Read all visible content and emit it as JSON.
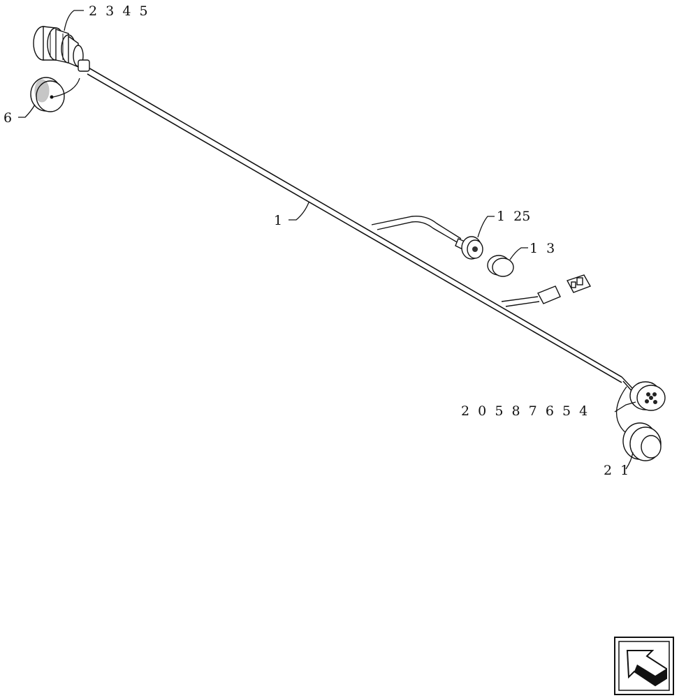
{
  "callouts": {
    "top_connector": "2  3  4  5",
    "cap_left": "6",
    "main_harness": "1",
    "branch_connector": "1  25",
    "branch_cap": "1  3",
    "right_connector": "2  0  5  8  7  6  5  4",
    "right_cap": "2  1"
  },
  "icons": {
    "nav": "return-arrow-icon"
  }
}
